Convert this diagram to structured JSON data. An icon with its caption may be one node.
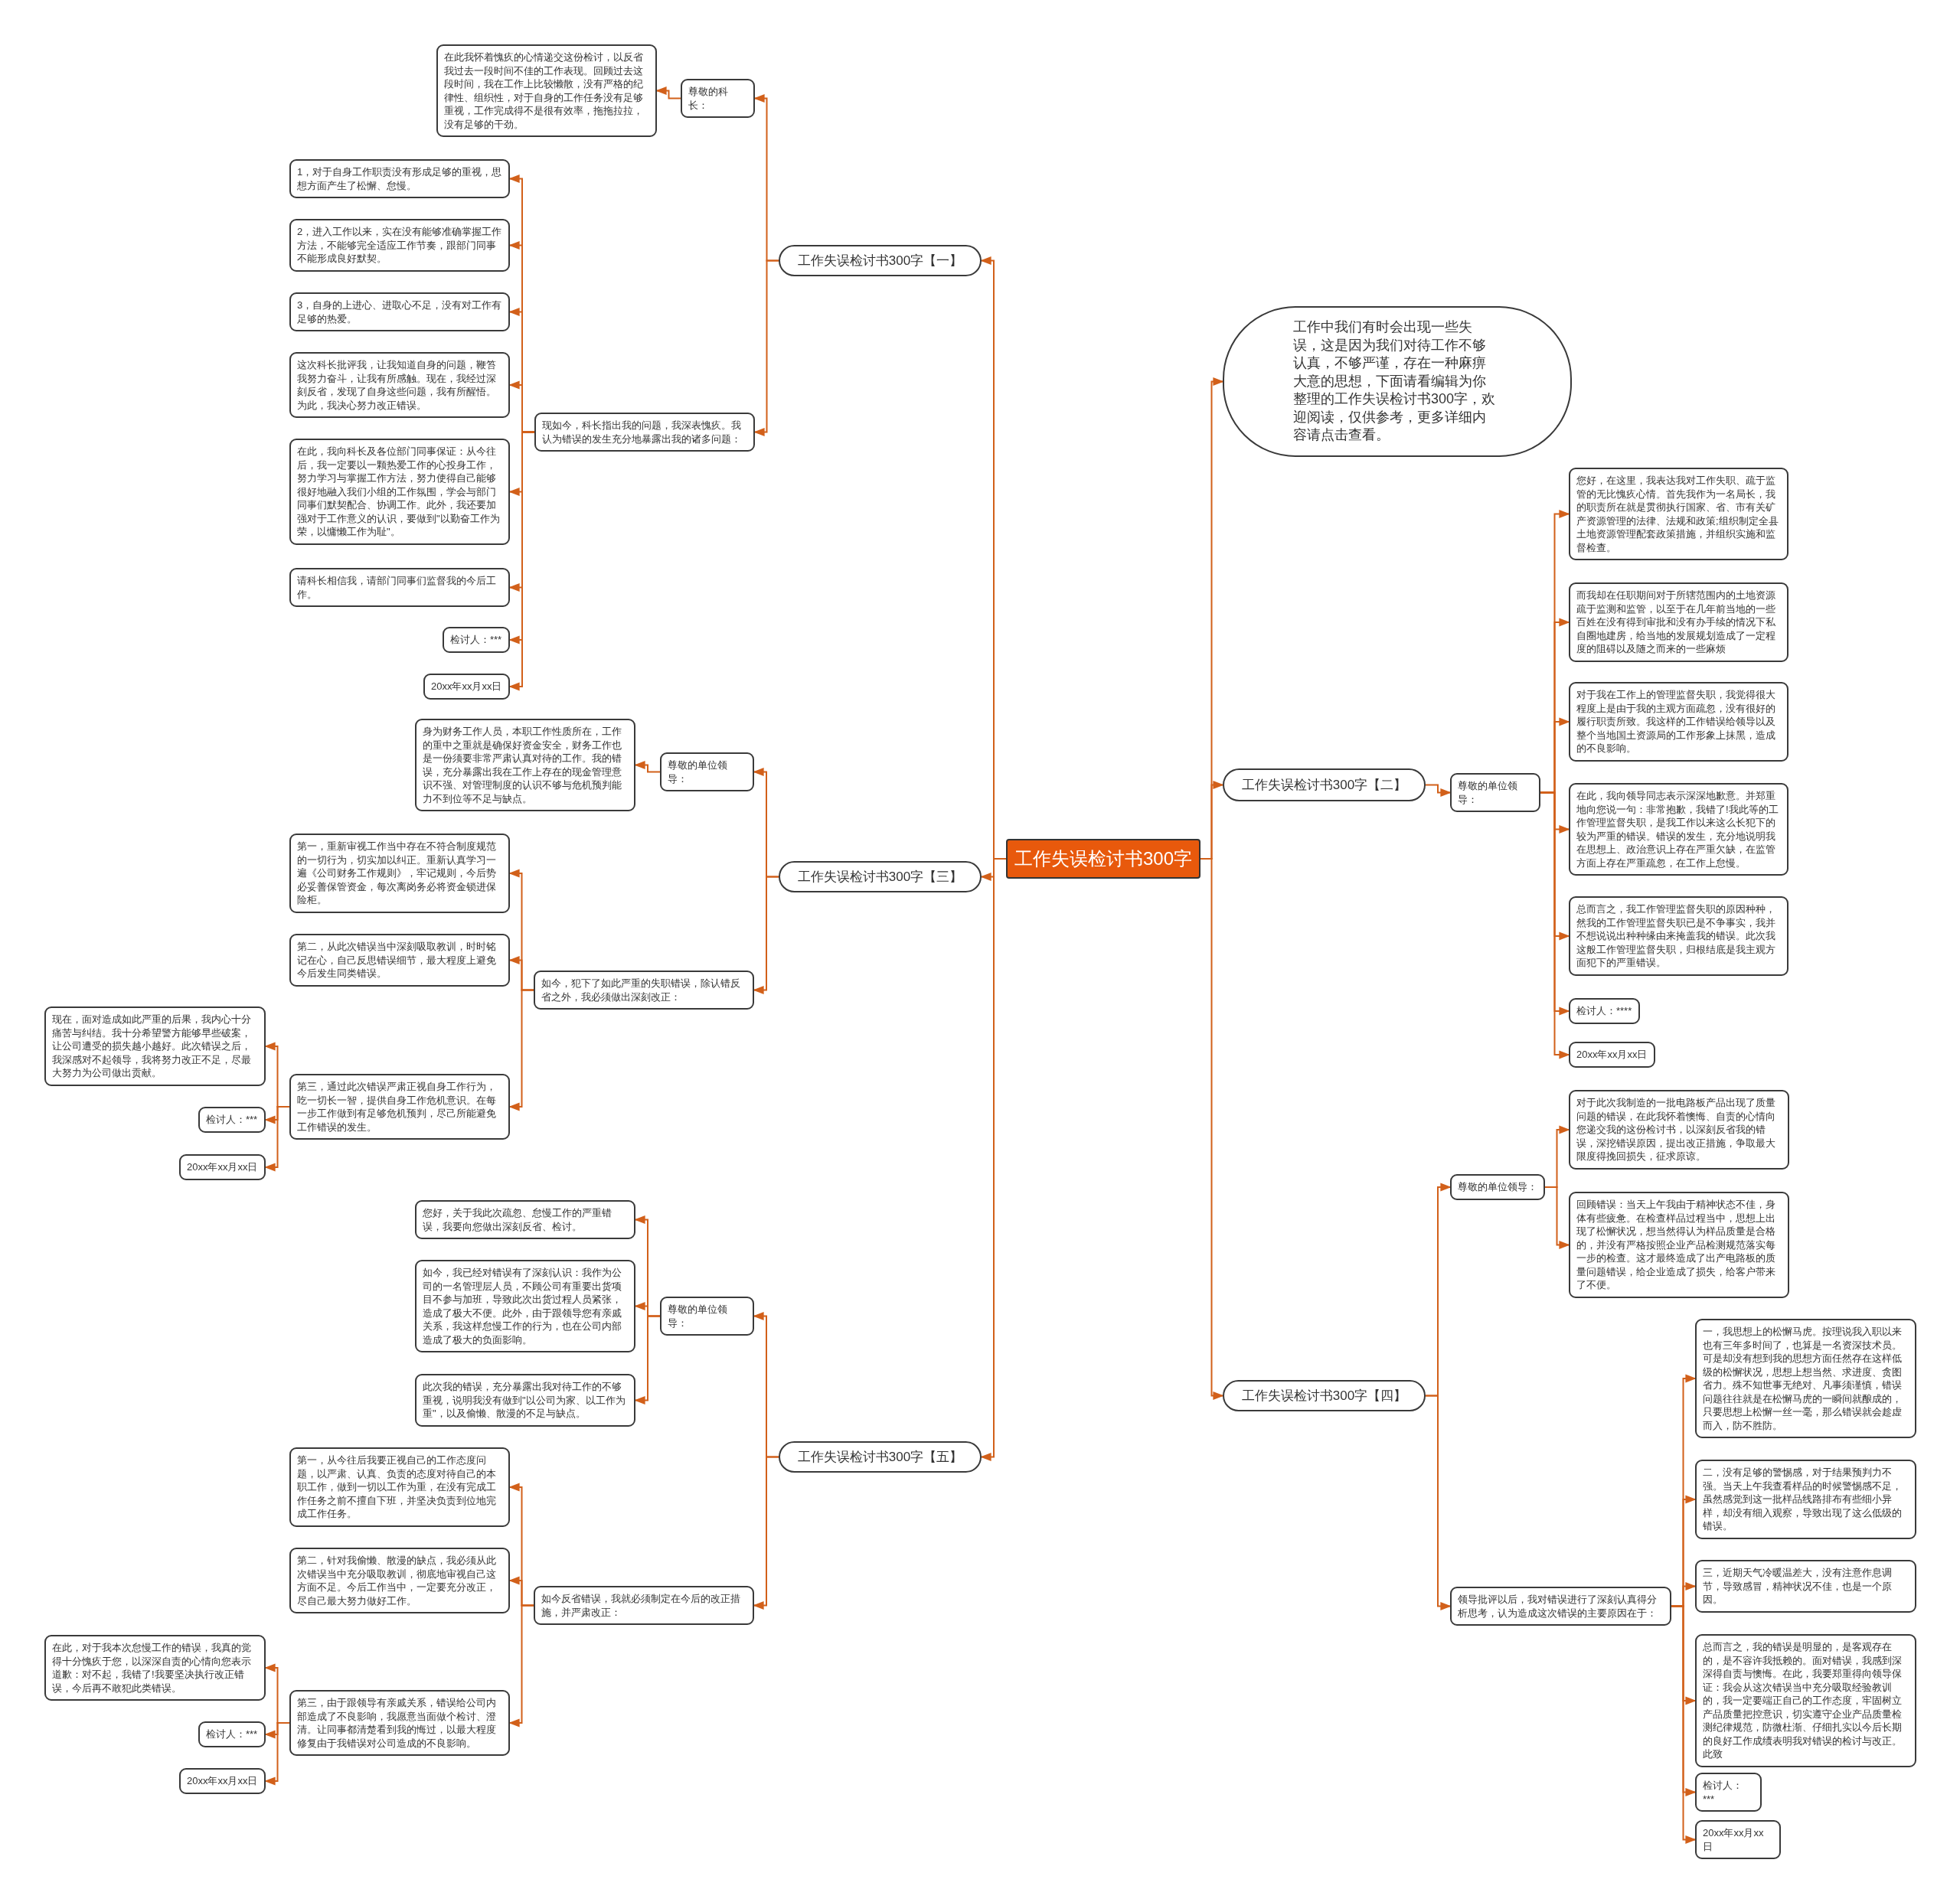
{
  "diagram": {
    "nodes": [
      {
        "text": [
          "工作失误检讨书300字"
        ]
      },
      {
        "text": [
          "工作失误检讨书300字【一】"
        ]
      },
      {
        "text": [
          "尊敬的科长："
        ]
      },
      {
        "text": [
          "在此我怀着愧疚的心情递交这份检讨，以反省我过去一段时间不佳的工作表现。回顾过去这段时间，我在工作上比较懒散，没有严格的纪律性、组织性，对于自身的工作任务没有足够重视，工作完成得不是很有效率，拖拖拉拉，没有足够的干劲。"
        ]
      },
      {
        "text": [
          "现如今，科长指出我的问题，我深表愧疚。我认为错误的发生充分地暴露出我的诸多问题："
        ]
      },
      {
        "text": [
          "1，对于自身工作职责没有形成足够的重视，思想方面产生了松懈、怠慢。"
        ]
      },
      {
        "text": [
          "2，进入工作以来，实在没有能够准确掌握工作方法，不能够完全适应工作节奏，跟部门同事不能形成良好默契。"
        ]
      },
      {
        "text": [
          "3，自身的上进心、进取心不足，没有对工作有足够的热爱。"
        ]
      },
      {
        "text": [
          "这次科长批评我，让我知道自身的问题，鞭笞我努力奋斗，让我有所感触。现在，我经过深刻反省，发现了自身这些问题，我有所醒悟。为此，我决心努力改正错误。"
        ]
      },
      {
        "text": [
          "在此，我向科长及各位部门同事保证：从今往后，我一定要以一颗热爱工作的心投身工作，努力学习与掌握工作方法，努力使得自己能够很好地融入我们小组的工作氛围，学会与部门同事们默契配合、协调工作。此外，我还要加强对于工作意义的认识，要做到\"以勤奋工作为荣，以慵懒工作为耻\"。"
        ]
      },
      {
        "text": [
          "请科长相信我，请部门同事们监督我的今后工作。"
        ]
      },
      {
        "text": [
          "检讨人：***"
        ]
      },
      {
        "text": [
          "20xx年xx月xx日"
        ]
      },
      {
        "text": [
          "工作失误检讨书300字【三】"
        ]
      },
      {
        "text": [
          "尊敬的单位领导："
        ]
      },
      {
        "text": [
          "身为财务工作人员，本职工作性质所在，工作的重中之重就是确保好资金安全，财务工作也是一份须要非常严肃认真对待的工作。我的错误，充分暴露出我在工作上存在的现金管理意识不强、对管理制度的认识不够与危机预判能力不到位等不足与缺点。"
        ]
      },
      {
        "text": [
          "如今，犯下了如此严重的失职错误，除认错反省之外，我必须做出深刻改正："
        ]
      },
      {
        "text": [
          "第一，重新审视工作当中存在不符合制度规范的一切行为，切实加以纠正。重新认真学习一遍《公司财务工作规则》，牢记规则，今后势必妥善保管资金，每次离岗务必将资金锁进保险柜。"
        ]
      },
      {
        "text": [
          "第二，从此次错误当中深刻吸取教训，时时铭记在心，自己反思错误细节，最大程度上避免今后发生同类错误。"
        ]
      },
      {
        "text": [
          "第三，通过此次错误严肃正视自身工作行为，吃一切长一智，提供自身工作危机意识。在每一步工作做到有足够危机预判，尽己所能避免工作错误的发生。"
        ]
      },
      {
        "text": [
          "现在，面对造成如此严重的后果，我内心十分痛苦与纠结。我十分希望警方能够早些破案，让公司遭受的损失越小越好。此次错误之后，我深感对不起领导，我将努力改正不足，尽最大努力为公司做出贡献。"
        ]
      },
      {
        "text": [
          "检讨人：***"
        ]
      },
      {
        "text": [
          "20xx年xx月xx日"
        ]
      },
      {
        "text": [
          "工作失误检讨书300字【五】"
        ]
      },
      {
        "text": [
          "尊敬的单位领导："
        ]
      },
      {
        "text": [
          "您好，关于我此次疏忽、怠慢工作的严重错误，我要向您做出深刻反省、检讨。"
        ]
      },
      {
        "text": [
          "如今，我已经对错误有了深刻认识：我作为公司的一名管理层人员，不顾公司有重要出货项目不参与加班，导致此次出货过程人员紧张，造成了极大不便。此外，由于跟领导您有亲戚关系，我这样怠慢工作的行为，也在公司内部造成了极大的负面影响。"
        ]
      },
      {
        "text": [
          "此次我的错误，充分暴露出我对待工作的不够重视，说明我没有做到\"以公司为家、以工作为重\"，以及偷懒、散漫的不足与缺点。"
        ]
      },
      {
        "text": [
          "如今反省错误，我就必须制定在今后的改正措施，并严肃改正："
        ]
      },
      {
        "text": [
          "第一，从今往后我要正视自己的工作态度问题，以严肃、认真、负责的态度对待自己的本职工作，做到一切以工作为重，在没有完成工作任务之前不擅自下班，并坚决负责到位地完成工作任务。"
        ]
      },
      {
        "text": [
          "第二，针对我偷懒、散漫的缺点，我必须从此次错误当中充分吸取教训，彻底地审视自己这方面不足。今后工作当中，一定要充分改正，尽自己最大努力做好工作。"
        ]
      },
      {
        "text": [
          "第三，由于跟领导有亲戚关系，错误给公司内部造成了不良影响，我愿意当面做个检讨、澄清。让同事都清楚看到我的悔过，以最大程度修复由于我错误对公司造成的不良影响。"
        ]
      },
      {
        "text": [
          "在此，对于我本次怠慢工作的错误，我真的觉得十分愧疚于您，以深深自责的心情向您表示道歉：对不起，我错了!我要坚决执行改正错误，今后再不敢犯此类错误。"
        ]
      },
      {
        "text": [
          "检讨人：***"
        ]
      },
      {
        "text": [
          "20xx年xx月xx日"
        ]
      },
      {
        "text": [
          "工作中我们有时会出现一些失误，这是因为我们对待工作不够认真，不够严谨，存在一种麻痹大意的思想，下面请看编辑为你整理的工作失误检讨书300字，欢迎阅读，仅供参考，更多详细内容请点击查看。"
        ]
      },
      {
        "text": [
          "工作失误检讨书300字【二】"
        ]
      },
      {
        "text": [
          "尊敬的单位领导："
        ]
      },
      {
        "text": [
          "您好，在这里，我表达我对工作失职、疏于监管的无比愧疚心情。首先我作为一名局长，我的职责所在就是贯彻执行国家、省、市有关矿产资源管理的法律、法规和政策;组织制定全县土地资源管理配套政策措施，并组织实施和监督检查。"
        ]
      },
      {
        "text": [
          "而我却在任职期间对于所辖范围内的土地资源疏于监测和监管，以至于在几年前当地的一些百姓在没有得到审批和没有办手续的情况下私自圈地建房，给当地的发展规划造成了一定程度的阻碍以及随之而来的一些麻烦"
        ]
      },
      {
        "text": [
          "对于我在工作上的管理监督失职，我觉得很大程度上是由于我的主观方面疏忽，没有很好的履行职责所致。我这样的工作错误给领导以及整个当地国土资源局的工作形象上抹黑，造成的不良影响。"
        ]
      },
      {
        "text": [
          "在此，我向领导同志表示深深地歉意。并郑重地向您说一句：非常抱歉，我错了!我此等的工作管理监督失职，是我工作以来这么长犯下的较为严重的错误。错误的发生，充分地说明我在思想上、政治意识上存在严重欠缺，在监管方面上存在严重疏忽，在工作上怠慢。"
        ]
      },
      {
        "text": [
          "总而言之，我工作管理监督失职的原因种种，然我的工作管理监督失职已是不争事实，我并不想说说出种种缘由来掩盖我的错误。此次我这般工作管理监督失职，归根结底是我主观方面犯下的严重错误。"
        ]
      },
      {
        "text": [
          "检讨人：****"
        ]
      },
      {
        "text": [
          "20xx年xx月xx日"
        ]
      },
      {
        "text": [
          "工作失误检讨书300字【四】"
        ]
      },
      {
        "text": [
          "尊敬的单位领导："
        ]
      },
      {
        "text": [
          "对于此次我制造的一批电路板产品出现了质量问题的错误，在此我怀着懊悔、自责的心情向您递交我的这份检讨书，以深刻反省我的错误，深挖错误原因，提出改正措施，争取最大限度得挽回损失，征求原谅。"
        ]
      },
      {
        "text": [
          "回顾错误：当天上午我由于精神状态不佳，身体有些疲惫。在检查样品过程当中，思想上出现了松懈状况，想当然得认为样品质量是合格的，并没有严格按照企业产品检测规范落实每一步的检查。这才最终造成了出产电路板的质量问题错误，给企业造成了损失，给客户带来了不便。"
        ]
      },
      {
        "text": [
          "领导批评以后，我对错误进行了深刻认真得分析思考，认为造成这次错误的主要原因在于："
        ]
      },
      {
        "text": [
          "一，我思想上的松懈马虎。按理说我入职以来也有三年多时间了，也算是一名资深技术员。可是却没有想到我的思想方面任然存在这样低级的松懈状况，思想上想当然、求进度、贪图省力。殊不知世事无绝对、凡事须谨慎，错误问题往往就是在松懈马虎的一瞬间就酿成的，只要思想上松懈一丝一毫，那么错误就会趁虚而入，防不胜防。"
        ]
      },
      {
        "text": [
          "二，没有足够的警惕感，对于结果预判力不强。当天上午我查看样品的时候警惕感不足，虽然感觉到这一批样品线路排布有些细小异样，却没有细入观察，导致出现了这么低级的错误。"
        ]
      },
      {
        "text": [
          "三，近期天气冷暖温差大，没有注意作息调节，导致感冒，精神状况不佳，也是一个原因。"
        ]
      },
      {
        "text": [
          "总而言之，我的错误是明显的，是客观存在的，是不容许我抵赖的。面对错误，我感到深深得自责与懊悔。在此，我要郑重得向领导保证：我会从这次错误当中充分吸取经验教训的，我一定要端正自己的工作态度，牢固树立产品质量把控意识，切实遵守企业产品质量检测纪律规范，防微杜渐、仔细扎实以今后长期的良好工作成绩表明我对错误的检讨与改正。此致"
        ]
      },
      {
        "text": [
          "检讨人：***"
        ]
      },
      {
        "text": [
          "20xx年xx月xx日"
        ]
      }
    ],
    "edges": [
      {
        "from": 0,
        "to": 1,
        "arrow": "to"
      },
      {
        "from": 1,
        "to": 2,
        "arrow": "to"
      },
      {
        "from": 2,
        "to": 3,
        "arrow": "to"
      },
      {
        "from": 1,
        "to": 4,
        "arrow": "to"
      },
      {
        "from": 4,
        "to": 5,
        "arrow": "to"
      },
      {
        "from": 4,
        "to": 6,
        "arrow": "to"
      },
      {
        "from": 4,
        "to": 7,
        "arrow": "to"
      },
      {
        "from": 4,
        "to": 8,
        "arrow": "to"
      },
      {
        "from": 4,
        "to": 9,
        "arrow": "to"
      },
      {
        "from": 4,
        "to": 10,
        "arrow": "to"
      },
      {
        "from": 4,
        "to": 11,
        "arrow": "to"
      },
      {
        "from": 4,
        "to": 12,
        "arrow": "to"
      },
      {
        "from": 0,
        "to": 13,
        "arrow": "to"
      },
      {
        "from": 13,
        "to": 14,
        "arrow": "to"
      },
      {
        "from": 14,
        "to": 15,
        "arrow": "to"
      },
      {
        "from": 13,
        "to": 16,
        "arrow": "to"
      },
      {
        "from": 16,
        "to": 17,
        "arrow": "to"
      },
      {
        "from": 16,
        "to": 18,
        "arrow": "to"
      },
      {
        "from": 16,
        "to": 19,
        "arrow": "to"
      },
      {
        "from": 19,
        "to": 20,
        "arrow": "to"
      },
      {
        "from": 19,
        "to": 21,
        "arrow": "to"
      },
      {
        "from": 19,
        "to": 22,
        "arrow": "to"
      },
      {
        "from": 0,
        "to": 23,
        "arrow": "to"
      },
      {
        "from": 23,
        "to": 24,
        "arrow": "to"
      },
      {
        "from": 24,
        "to": 25,
        "arrow": "to"
      },
      {
        "from": 24,
        "to": 26,
        "arrow": "to"
      },
      {
        "from": 24,
        "to": 27,
        "arrow": "to"
      },
      {
        "from": 23,
        "to": 28,
        "arrow": "to"
      },
      {
        "from": 28,
        "to": 29,
        "arrow": "to"
      },
      {
        "from": 28,
        "to": 30,
        "arrow": "to"
      },
      {
        "from": 28,
        "to": 31,
        "arrow": "to"
      },
      {
        "from": 31,
        "to": 32,
        "arrow": "to"
      },
      {
        "from": 31,
        "to": 33,
        "arrow": "to"
      },
      {
        "from": 31,
        "to": 34,
        "arrow": "to"
      },
      {
        "from": 0,
        "to": 35,
        "arrow": "to"
      },
      {
        "from": 0,
        "to": 36,
        "arrow": "to"
      },
      {
        "from": 36,
        "to": 37,
        "arrow": "to"
      },
      {
        "from": 37,
        "to": 38,
        "arrow": "to"
      },
      {
        "from": 37,
        "to": 39,
        "arrow": "to"
      },
      {
        "from": 37,
        "to": 40,
        "arrow": "to"
      },
      {
        "from": 37,
        "to": 41,
        "arrow": "to"
      },
      {
        "from": 37,
        "to": 42,
        "arrow": "to"
      },
      {
        "from": 37,
        "to": 43,
        "arrow": "to"
      },
      {
        "from": 37,
        "to": 44,
        "arrow": "to"
      },
      {
        "from": 0,
        "to": 45,
        "arrow": "to"
      },
      {
        "from": 45,
        "to": 46,
        "arrow": "to"
      },
      {
        "from": 46,
        "to": 47,
        "arrow": "to"
      },
      {
        "from": 46,
        "to": 48,
        "arrow": "to"
      },
      {
        "from": 45,
        "to": 49,
        "arrow": "to"
      },
      {
        "from": 49,
        "to": 50,
        "arrow": "to"
      },
      {
        "from": 49,
        "to": 51,
        "arrow": "to"
      },
      {
        "from": 49,
        "to": 52,
        "arrow": "to"
      },
      {
        "from": 49,
        "to": 53,
        "arrow": "to"
      },
      {
        "from": 49,
        "to": 54,
        "arrow": "to"
      },
      {
        "from": 49,
        "to": 55,
        "arrow": "to"
      }
    ]
  }
}
